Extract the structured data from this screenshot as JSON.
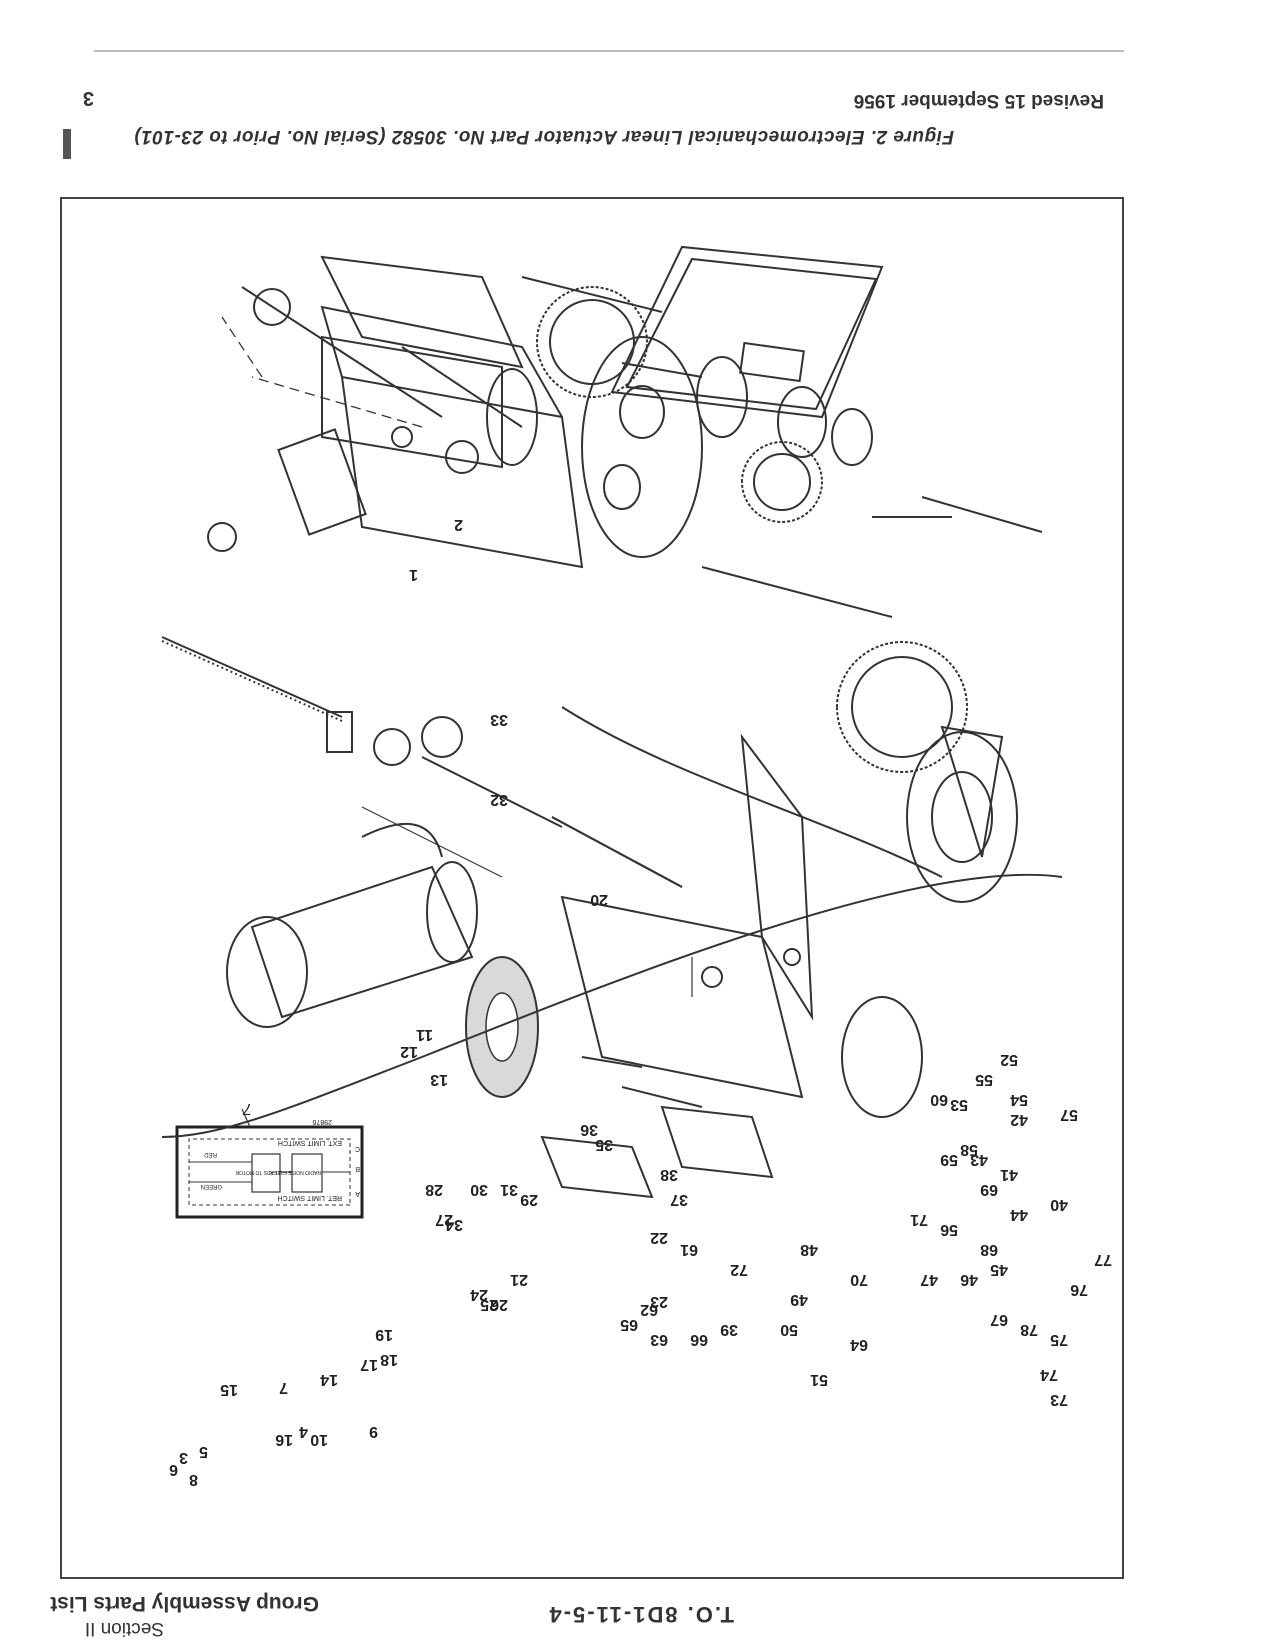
{
  "header": {
    "doc_number": "T.O. 8D1-11-5-4",
    "section": "Section II",
    "section_title": "Group Assembly Parts List",
    "page_number": "3",
    "revision": "Revised 15 September 1956"
  },
  "figure": {
    "caption": "Figure 2. Electromechanical Linear Actuator Part No. 30582 (Serial No. Prior to 23-101)",
    "index_numbers": [
      "1",
      "2",
      "3",
      "4",
      "5",
      "6",
      "7",
      "8",
      "9",
      "10",
      "11",
      "12",
      "13",
      "14",
      "15",
      "16",
      "17",
      "18",
      "19",
      "20",
      "21",
      "22",
      "23",
      "24",
      "25",
      "26",
      "27",
      "28",
      "29",
      "30",
      "31",
      "32",
      "33",
      "34",
      "35",
      "36",
      "37",
      "38",
      "39",
      "40",
      "41",
      "42",
      "43",
      "44",
      "45",
      "46",
      "47",
      "48",
      "49",
      "50",
      "51",
      "52",
      "53",
      "54",
      "55",
      "56",
      "57",
      "58",
      "59",
      "60",
      "61",
      "62",
      "63",
      "64",
      "65",
      "66",
      "67",
      "68",
      "69",
      "70",
      "71",
      "72",
      "73",
      "74",
      "75",
      "76",
      "77",
      "78"
    ],
    "schematic": {
      "ref_number": "7",
      "drawing_number": "29876",
      "ret_limit_switch": "RET. LIMIT SWITCH",
      "ext_limit_switch": "EXT. LIMIT SWITCH",
      "green": "GREEN",
      "red": "RED",
      "leads_to_motor": "LEADS TO MOTOR",
      "radio_noise_filter": "RADIO NOISE FILTER",
      "terminal_a": "A",
      "terminal_b": "B",
      "terminal_c": "C"
    }
  }
}
